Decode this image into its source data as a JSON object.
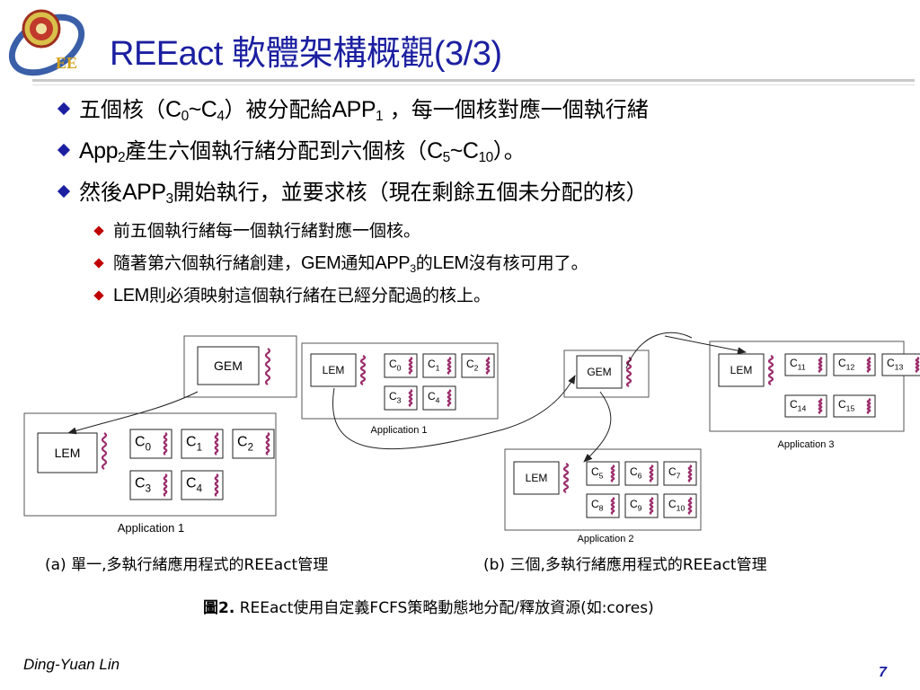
{
  "slide": {
    "title": "REEact 軟體架構概觀(3/3)",
    "logo_text": "EE",
    "author": "Ding-Yuan Lin",
    "page_number": "7"
  },
  "bullets": {
    "b1": {
      "t1": "五個核（",
      "c": "C",
      "s0": "0",
      "tilde": "~",
      "c2": "C",
      "s4": "4",
      "t2": "）被分配給",
      "app": "APP",
      "s1": "1",
      "t3": " ，每一個核對應一個執行緒"
    },
    "b2": {
      "app": "App",
      "s2": "2",
      "t1": "產生六個執行緒分配到六個核（",
      "c": "C",
      "s5": "5",
      "tilde": "~",
      "c2": "C",
      "s10": "10",
      "t2": "）。"
    },
    "b3": {
      "t1": "然後",
      "app": "APP",
      "s3": "3",
      "t2": "開始執行，並要求核（現在剩餘五個未分配的核）"
    },
    "b3_1": "前五個執行緒每一個執行緒對應一個核。",
    "b3_2": {
      "t1": "隨著第六個執行緒創建，",
      "gem": "GEM",
      "t2": "通知",
      "app": "APP",
      "s3": "3",
      "t3": "的",
      "lem": "LEM",
      "t4": "沒有核可用了。"
    },
    "b3_3": {
      "lem": "LEM",
      "t1": "則必須映射這個執行緒在已經分配過的核上。"
    }
  },
  "figure": {
    "gem_label": "GEM",
    "lem_label": "LEM",
    "app_a": {
      "label": "Application 1",
      "cores": [
        "0",
        "1",
        "2",
        "3",
        "4"
      ]
    },
    "app_b1": {
      "label": "Application 1",
      "cores": [
        "0",
        "1",
        "2",
        "3",
        "4"
      ]
    },
    "app_b2": {
      "label": "Application 2",
      "cores": [
        "5",
        "6",
        "7",
        "8",
        "9",
        "10"
      ]
    },
    "app_b3": {
      "label": "Application 3",
      "cores": [
        "11",
        "12",
        "13",
        "14",
        "15"
      ]
    },
    "caption_a": "(a) 單一,多執行緒應用程式的REEact管理",
    "caption_b": "(b) 三個,多執行緒應用程式的REEact管理",
    "caption_main_label": "圖2.",
    "caption_main_text": " REEact使用自定義FCFS策略動態地分配/釋放資源(如:cores)"
  },
  "colors": {
    "title": "#1b1fa0",
    "bullet_l1": "#1b1fa0",
    "bullet_l2": "#c00000",
    "squiggle": "#9b2d6b",
    "page_number": "#1b1fa0"
  }
}
